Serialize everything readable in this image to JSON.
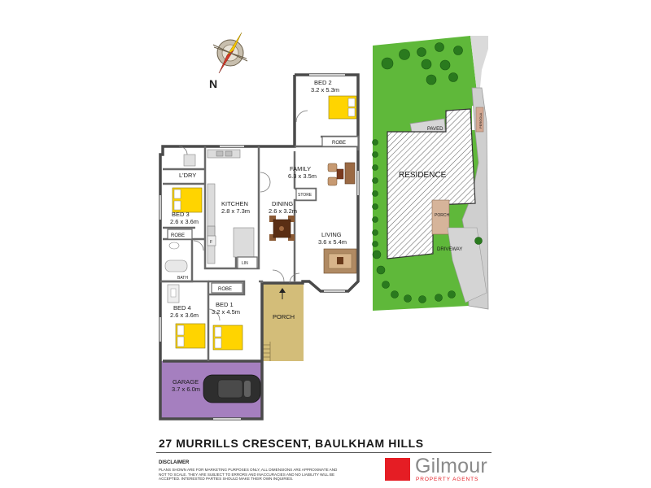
{
  "compass": {
    "label": "N"
  },
  "rooms": {
    "bed2": {
      "name": "BED 2",
      "dims": "3.2 x 5.3m"
    },
    "robe_bed2": {
      "name": "ROBE"
    },
    "family": {
      "name": "FAMILY",
      "dims": "6.3 x 3.5m"
    },
    "store": {
      "name": "STORE"
    },
    "laundry": {
      "name": "L'DRY"
    },
    "kitchen": {
      "name": "KITCHEN",
      "dims": "2.8 x 7.3m"
    },
    "dining": {
      "name": "DINING",
      "dims": "2.6 x 3.2m"
    },
    "bed3": {
      "name": "BED 3",
      "dims": "2.6 x 3.6m"
    },
    "robe_bed3": {
      "name": "ROBE"
    },
    "fridge": {
      "name": "F"
    },
    "living": {
      "name": "LIVING",
      "dims": "3.6 x 5.4m"
    },
    "linen": {
      "name": "LIN"
    },
    "bath": {
      "name": "BATH"
    },
    "robe_bed1": {
      "name": "ROBE"
    },
    "bed4": {
      "name": "BED 4",
      "dims": "2.6 x 3.6m"
    },
    "bed1": {
      "name": "BED 1",
      "dims": "3.2 x 4.5m"
    },
    "porch": {
      "name": "PORCH"
    },
    "garage": {
      "name": "GARAGE",
      "dims": "3.7 x 6.0m"
    }
  },
  "site": {
    "paved": "PAVED",
    "pergola": "PERGOLA",
    "residence": "RESIDENCE",
    "porch": "PORCH",
    "driveway": "DRIVEWAY"
  },
  "address": "27 MURRILLS CRESCENT, BAULKHAM HILLS",
  "disclaimer": {
    "title": "DISCLAIMER",
    "text": "Plans shown are for marketing purposes only, all dimensions are approximate and not to scale. They are subject to errors and inaccuracies and no liability will be accepted. Interested parties should make their own inquiries."
  },
  "brand": {
    "name": "Gilmour",
    "tagline": "PROPERTY AGENTS"
  },
  "colors": {
    "bed": "#ffd400",
    "garage": "#a57fbf",
    "porch": "#d3bd79",
    "lawn": "#5fb83a",
    "walls": "#4a4a4a",
    "brand_red": "#e51d24",
    "brand_grey": "#8a8a8a"
  }
}
